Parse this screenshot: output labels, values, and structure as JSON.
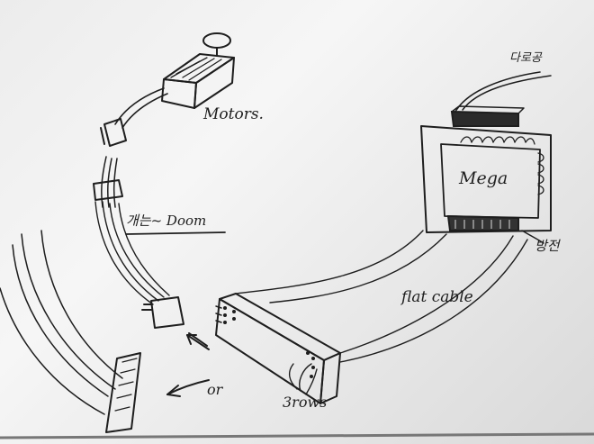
{
  "labels": {
    "motors": "Motors.",
    "mega": "Mega",
    "flat_cable": "flat cable",
    "rows": "3rows",
    "or": "or",
    "korean_top": "다로공",
    "korean_middle": "개는~ Doom",
    "korean_bottom": "방전"
  },
  "colors": {
    "ink": "#1e1e1e",
    "paper": "#eeeeee"
  }
}
